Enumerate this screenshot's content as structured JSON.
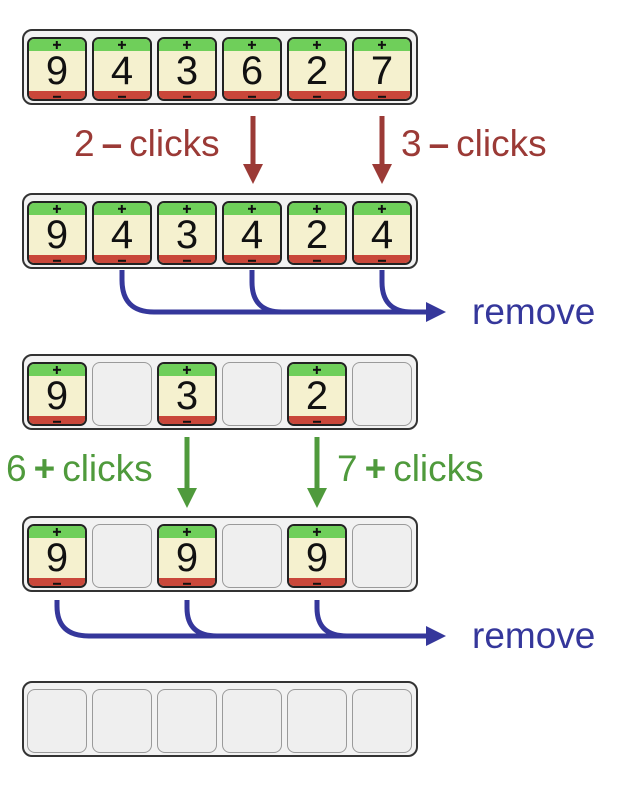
{
  "colors": {
    "row_border": "#333333",
    "tile_face": "#f5f1cf",
    "tile_plus": "#6fcf5a",
    "tile_minus": "#c9473a",
    "decrement_arrow": "#9b3a36",
    "increment_arrow": "#4f9a3c",
    "remove_arrow": "#35379b"
  },
  "rows": [
    {
      "tiles": [
        9,
        4,
        3,
        6,
        2,
        7
      ]
    },
    {
      "tiles": [
        9,
        4,
        3,
        4,
        2,
        4
      ]
    },
    {
      "tiles": [
        9,
        null,
        3,
        null,
        2,
        null
      ]
    },
    {
      "tiles": [
        9,
        null,
        9,
        null,
        9,
        null
      ]
    },
    {
      "tiles": [
        null,
        null,
        null,
        null,
        null,
        null
      ]
    }
  ],
  "annotations": {
    "step1_left": {
      "count": "2",
      "op": "–",
      "word": "clicks"
    },
    "step1_right": {
      "count": "3",
      "op": "–",
      "word": "clicks"
    },
    "step2_remove": "remove",
    "step3_left": {
      "count": "6",
      "op": "+",
      "word": "clicks"
    },
    "step3_right": {
      "count": "7",
      "op": "+",
      "word": "clicks"
    },
    "step4_remove": "remove"
  }
}
